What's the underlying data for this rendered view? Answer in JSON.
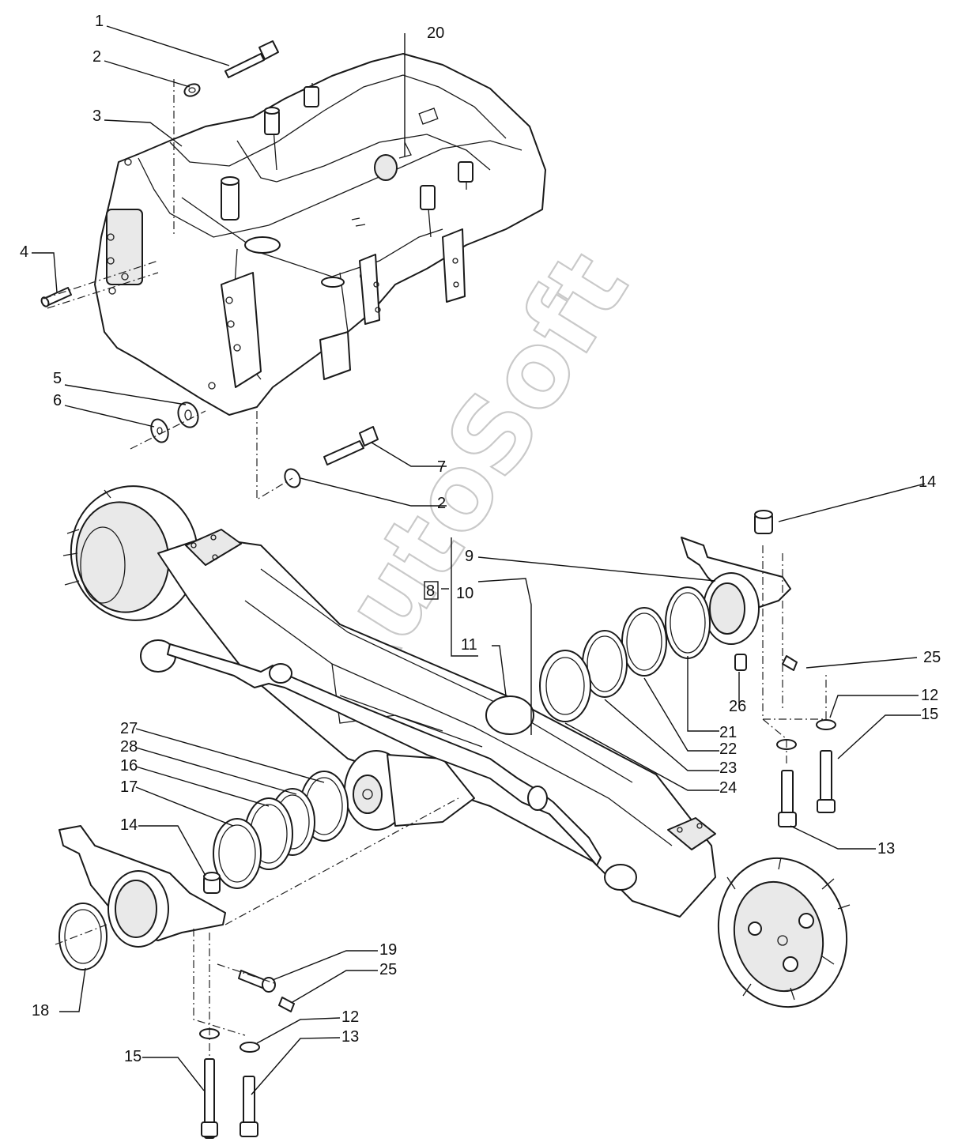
{
  "watermark": "AutoSoft",
  "callouts": {
    "c1": "1",
    "c2a": "2",
    "c2b": "2",
    "c3": "3",
    "c4": "4",
    "c5": "5",
    "c6": "6",
    "c7": "7",
    "c8": "8",
    "c9": "9",
    "c10": "10",
    "c11": "11",
    "c12a": "12",
    "c12b": "12",
    "c13a": "13",
    "c13b": "13",
    "c14a": "14",
    "c14b": "14",
    "c15a": "15",
    "c15b": "15",
    "c16": "16",
    "c17": "17",
    "c18": "18",
    "c19": "19",
    "c20": "20",
    "c21": "21",
    "c22": "22",
    "c23": "23",
    "c24": "24",
    "c25a": "25",
    "c25b": "25",
    "c26": "26",
    "c27": "27",
    "c28": "28"
  }
}
